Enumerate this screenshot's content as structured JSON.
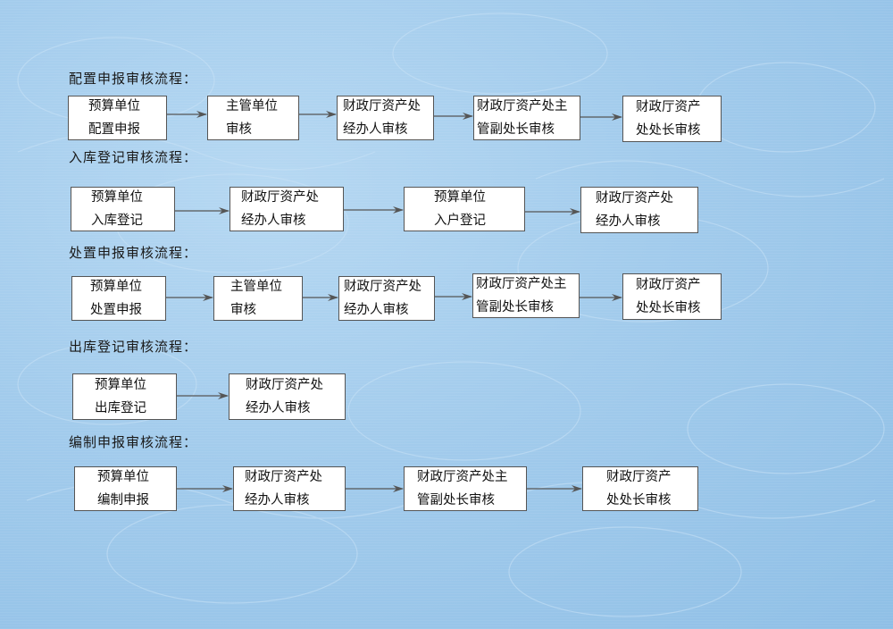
{
  "flows": [
    {
      "title": "配置申报审核流程：",
      "steps": [
        {
          "line1": "预算单位",
          "line2": "配置申报"
        },
        {
          "line1": "主管单位",
          "line2": "审核"
        },
        {
          "line1": "财政厅资产处",
          "line2": "经办人审核"
        },
        {
          "line1": "财政厅资产处主",
          "line2": "管副处长审核"
        },
        {
          "line1": "财政厅资产",
          "line2": "处处长审核"
        }
      ]
    },
    {
      "title": "入库登记审核流程：",
      "steps": [
        {
          "line1": "预算单位",
          "line2": "入库登记"
        },
        {
          "line1": "财政厅资产处",
          "line2": "经办人审核"
        },
        {
          "line1": "预算单位",
          "line2": "入户登记"
        },
        {
          "line1": "财政厅资产处",
          "line2": "经办人审核"
        }
      ]
    },
    {
      "title": "处置申报审核流程：",
      "steps": [
        {
          "line1": "预算单位",
          "line2": "处置申报"
        },
        {
          "line1": "主管单位",
          "line2": "审核"
        },
        {
          "line1": "财政厅资产处",
          "line2": "经办人审核"
        },
        {
          "line1": "财政厅资产处主",
          "line2": "管副处长审核"
        },
        {
          "line1": "财政厅资产",
          "line2": "处处长审核"
        }
      ]
    },
    {
      "title": "出库登记审核流程：",
      "steps": [
        {
          "line1": "预算单位",
          "line2": "出库登记"
        },
        {
          "line1": "财政厅资产处",
          "line2": "经办人审核"
        }
      ]
    },
    {
      "title": "编制申报审核流程：",
      "steps": [
        {
          "line1": "预算单位",
          "line2": "编制申报"
        },
        {
          "line1": "财政厅资产处",
          "line2": "经办人审核"
        },
        {
          "line1": "财政厅资产处主",
          "line2": "管副处长审核"
        },
        {
          "line1": "财政厅资产",
          "line2": "处处长审核"
        }
      ]
    }
  ]
}
